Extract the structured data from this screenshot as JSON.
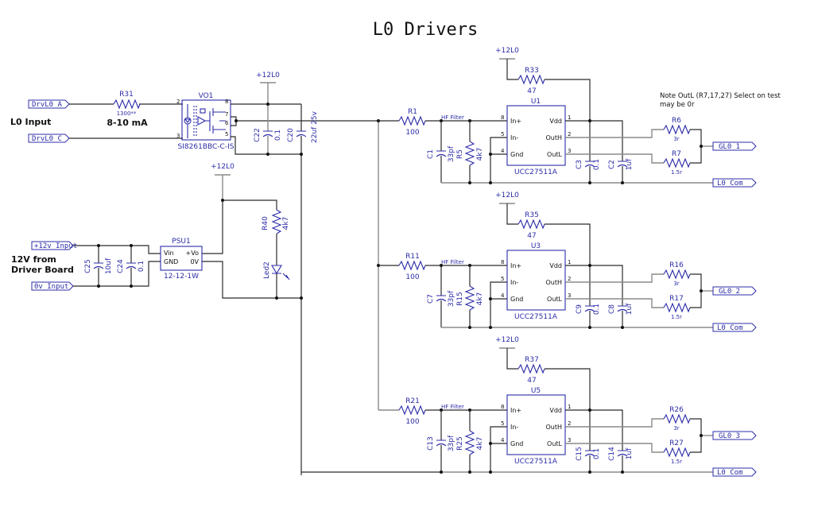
{
  "title": "L0 Drivers",
  "input_section": {
    "label": "L0 Input",
    "port_a": "DrvL0_A",
    "port_c": "DrvL0_C",
    "resistor": {
      "ref": "R31",
      "value": "1300**"
    },
    "current_note": "8-10 mA",
    "opto": {
      "ref": "VO1",
      "part": "SI8261BBC-C-IS",
      "pins": [
        "2",
        "3",
        "8",
        "7",
        "6",
        "5"
      ]
    },
    "supply_label": "+12L0",
    "cap_c22": {
      "ref": "C22",
      "value": "0.1"
    },
    "cap_c20": {
      "ref": "C20",
      "value": "22uf 25v"
    }
  },
  "psu_section": {
    "label_line1": "12V from",
    "label_line2": "Driver Board",
    "port_12v": "+12v_Input",
    "port_0v": "0v_Input",
    "cap_c25": {
      "ref": "C25",
      "value": "10uf"
    },
    "cap_c24": {
      "ref": "C24",
      "value": "0.1"
    },
    "psu": {
      "ref": "PSU1",
      "part": "12-12-1W",
      "pin_vin": "Vin",
      "pin_gnd": "GND",
      "pin_vo": "+Vo",
      "pin_0v": "0V"
    },
    "supply_label": "+12L0",
    "resistor_r40": {
      "ref": "R40",
      "value": "4k7"
    },
    "led": {
      "ref": "Led2"
    }
  },
  "note": {
    "line1": "Note OutL (R7,17,27) Select on test",
    "line2": "may be 0r"
  },
  "driver_common": {
    "hf_filter_label": "HF Filter",
    "pins": {
      "in_plus": "In+",
      "in_minus": "In-",
      "gnd": "Gnd",
      "vdd": "Vdd",
      "outh": "OutH",
      "outl": "OutL"
    },
    "pin_numbers": {
      "in_plus": "8",
      "in_minus": "5",
      "gnd": "4",
      "vdd": "1",
      "outh": "2",
      "outl": "3"
    },
    "part": "UCC27511A",
    "supply_label": "+12L0",
    "com_port": "L0_Com"
  },
  "drivers": [
    {
      "ref": "U1",
      "r_vdd": {
        "ref": "R33",
        "value": "47"
      },
      "r_in": {
        "ref": "R1",
        "value": "100"
      },
      "c_filter": {
        "ref": "C1",
        "value": "33pf"
      },
      "r_pulldown": {
        "ref": "R5",
        "value": "4k7"
      },
      "c_dec1": {
        "ref": "C3",
        "value": "0.1"
      },
      "c_dec2": {
        "ref": "C2",
        "value": "1uf"
      },
      "r_outh": {
        "ref": "R6",
        "value": "3r"
      },
      "r_outl": {
        "ref": "R7",
        "value": "1.5r"
      },
      "gate_port": "GL0_1"
    },
    {
      "ref": "U3",
      "r_vdd": {
        "ref": "R35",
        "value": "47"
      },
      "r_in": {
        "ref": "R11",
        "value": "100"
      },
      "c_filter": {
        "ref": "C7",
        "value": "33pf"
      },
      "r_pulldown": {
        "ref": "R15",
        "value": "4k7"
      },
      "c_dec1": {
        "ref": "C9",
        "value": "0.1"
      },
      "c_dec2": {
        "ref": "C8",
        "value": "1uf"
      },
      "r_outh": {
        "ref": "R16",
        "value": "3r"
      },
      "r_outl": {
        "ref": "R17",
        "value": "1.5r"
      },
      "gate_port": "GL0_2"
    },
    {
      "ref": "U5",
      "r_vdd": {
        "ref": "R37",
        "value": "47"
      },
      "r_in": {
        "ref": "R21",
        "value": "100"
      },
      "c_filter": {
        "ref": "C13",
        "value": "33pf"
      },
      "r_pulldown": {
        "ref": "R25",
        "value": "4k7"
      },
      "c_dec1": {
        "ref": "C15",
        "value": "0.1"
      },
      "c_dec2": {
        "ref": "C14",
        "value": "1uf"
      },
      "r_outh": {
        "ref": "R26",
        "value": "3r"
      },
      "r_outl": {
        "ref": "R27",
        "value": "1.5r"
      },
      "gate_port": "GL0_3"
    }
  ]
}
